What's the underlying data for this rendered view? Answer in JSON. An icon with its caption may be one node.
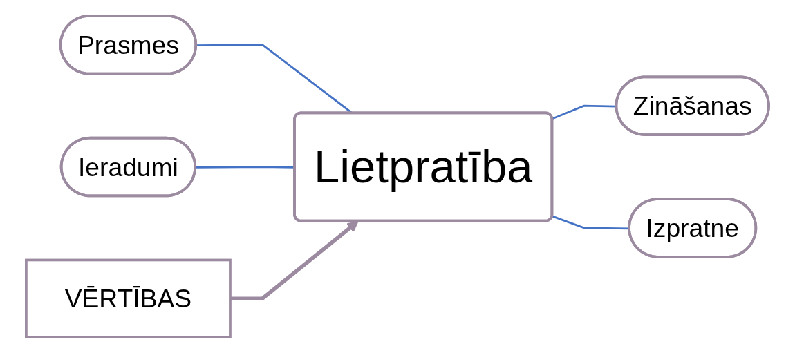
{
  "diagram": {
    "nodes": [
      {
        "text": [
          "Prasmes"
        ]
      },
      {
        "text": [
          "Ieradumi"
        ]
      },
      {
        "text": [
          "Lietpratība"
        ]
      },
      {
        "text": [
          "Zināšanas"
        ]
      },
      {
        "text": [
          "Izpratne"
        ]
      },
      {
        "text": [
          "VĒRTĪBAS"
        ]
      }
    ],
    "edges": [
      {
        "from": 0,
        "to": 2,
        "arrow": "none"
      },
      {
        "from": 1,
        "to": 2,
        "arrow": "none"
      },
      {
        "from": 2,
        "to": 3,
        "arrow": "none"
      },
      {
        "from": 2,
        "to": 4,
        "arrow": "none"
      },
      {
        "from": 5,
        "to": 2,
        "arrow": "to",
        "style": "thick",
        "color": "#9b8aa0"
      }
    ]
  }
}
